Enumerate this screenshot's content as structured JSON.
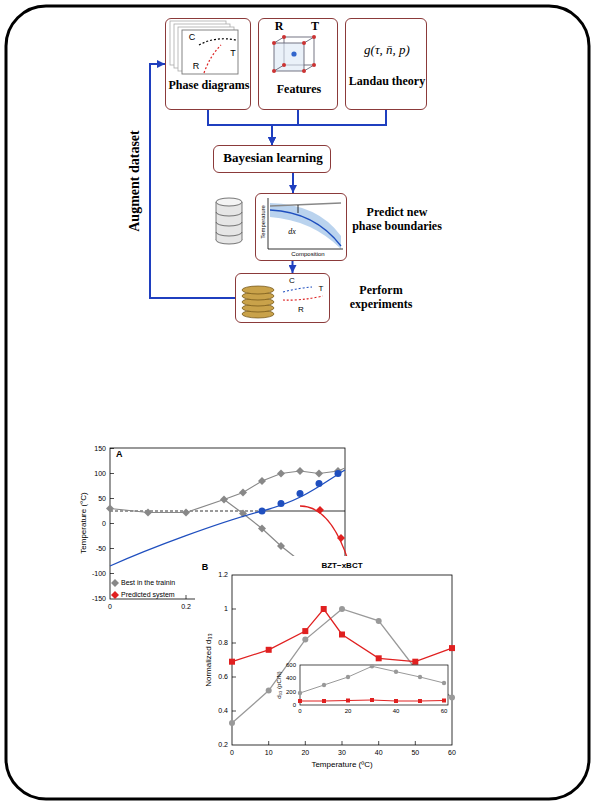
{
  "diagram": {
    "nodes": [
      {
        "text": [
          "C",
          "T",
          "R",
          "Phase diagrams"
        ]
      },
      {
        "text": [
          "R",
          "T",
          "Features"
        ]
      },
      {
        "text": [
          "g(τ, n̄, p)",
          "Landau theory"
        ]
      },
      {
        "text": [
          "Bayesian learning"
        ]
      },
      {
        "text": [
          "Temperature",
          "Composition",
          "dx",
          "Predict new phase boundaries"
        ]
      },
      {
        "text": [
          "C",
          "T",
          "R",
          "Perform experiments"
        ]
      }
    ],
    "edges": [
      {
        "from": 0,
        "to": 3,
        "arrow": "to"
      },
      {
        "from": 1,
        "to": 3,
        "arrow": "to"
      },
      {
        "from": 2,
        "to": 3,
        "arrow": "to"
      },
      {
        "from": 3,
        "to": 4,
        "arrow": "to"
      },
      {
        "from": 4,
        "to": 5,
        "arrow": "to"
      },
      {
        "from": 5,
        "to": 0,
        "label": "Augment dataset",
        "arrow": "to"
      }
    ],
    "labels": [
      "A",
      "150",
      "100",
      "50",
      "0",
      "-50",
      "-100",
      "-150",
      "Temperature (°C)",
      "0",
      "0.2",
      "B",
      "BZT−xBCT",
      "Normalized d₃₃",
      "0.2",
      "0.4",
      "0.6",
      "0.8",
      "1",
      "1.2",
      "0",
      "10",
      "20",
      "30",
      "40",
      "50",
      "60",
      "Temperature (ºC)",
      "d₃₃ (pC/N)",
      "0",
      "200",
      "400",
      "600",
      "0",
      "20",
      "40",
      "60"
    ],
    "legend": [
      {
        "text": "Best in the trainin"
      },
      {
        "text": "Predicted system"
      }
    ]
  }
}
